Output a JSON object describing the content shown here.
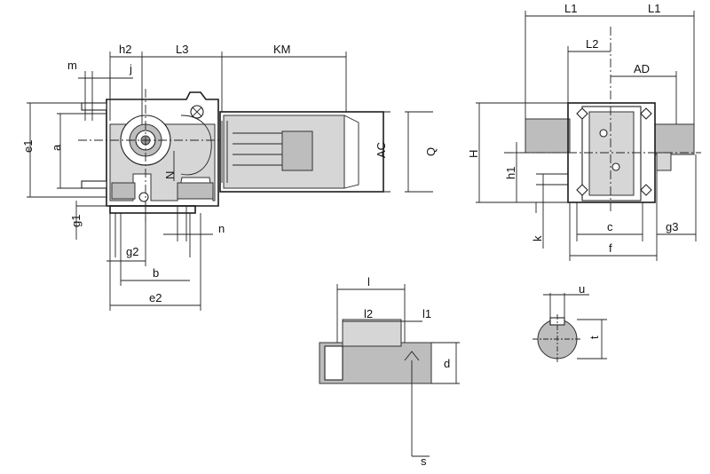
{
  "labels": {
    "h2": "h2",
    "L3": "L3",
    "KM": "KM",
    "m": "m",
    "j": "j",
    "e1": "e1",
    "a": "a",
    "g1": "g1",
    "N": "N",
    "n": "n",
    "g2": "g2",
    "b": "b",
    "e2": "e2",
    "AC": "AC",
    "Q": "Q",
    "L1_left": "L1",
    "L1_right": "L1",
    "L2": "L2",
    "AD": "AD",
    "H": "H",
    "h1": "h1",
    "k": "k",
    "c": "c",
    "f": "f",
    "g3": "g3",
    "l": "l",
    "l2": "l2",
    "l1": "l1",
    "d": "d",
    "s": "s",
    "u": "u",
    "t": "t"
  }
}
